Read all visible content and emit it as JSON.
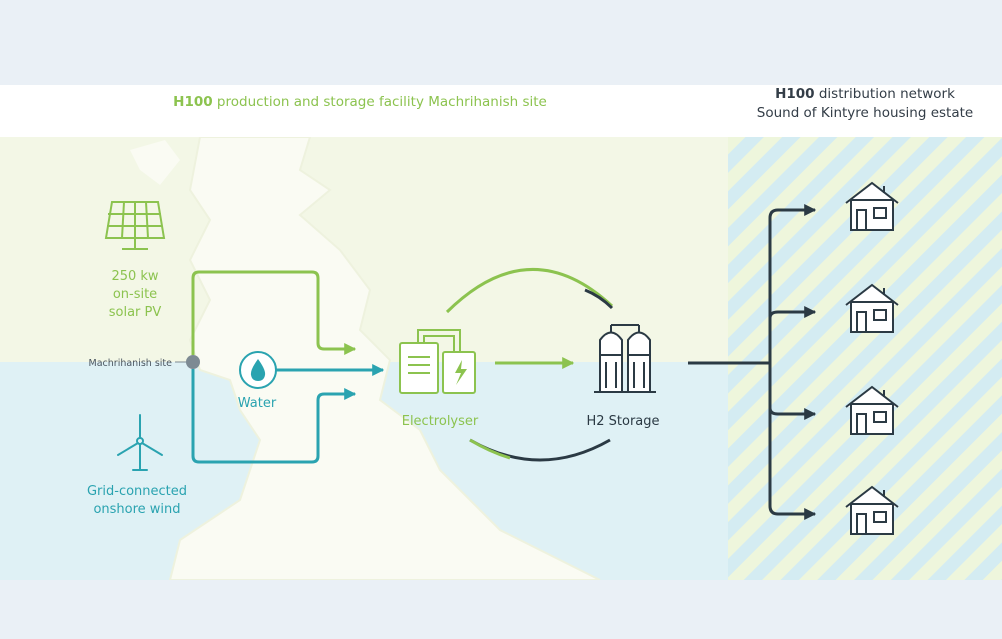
{
  "header": {
    "production_bold": "H100",
    "production_rest": "production and storage facility Machrihanish site",
    "distribution_bold": "H100",
    "distribution_rest": "distribution network",
    "distribution_sub": "Sound of Kintyre housing estate"
  },
  "inputs": {
    "solar": [
      "250 kw",
      "on-site",
      "solar PV"
    ],
    "wind": [
      "Grid-connected",
      "onshore wind"
    ],
    "water": "Water",
    "site": "Machrihanish site"
  },
  "process": {
    "electrolyser": "Electrolyser",
    "storage": "H2 Storage"
  },
  "colors": {
    "green": "#8cc34f",
    "teal": "#2aa3b0",
    "dark": "#2b3a44",
    "land": "#f6f8ec",
    "sea": "#dff1f5",
    "stripe_light": "#d4ecf2",
    "stripe_alt": "#eef6dc"
  },
  "icons": [
    "solar-panel-icon",
    "wind-turbine-icon",
    "water-drop-icon",
    "electrolyser-icon",
    "storage-tanks-icon",
    "house-icon"
  ]
}
